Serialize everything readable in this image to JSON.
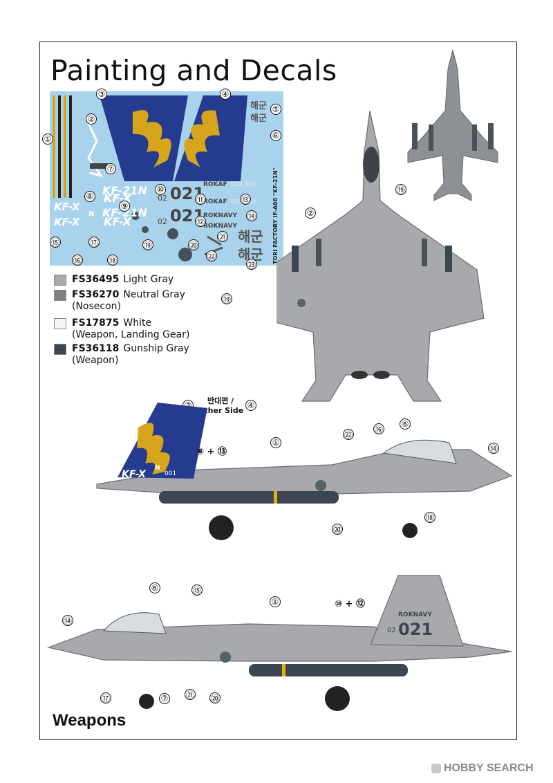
{
  "title": "Painting and Decals",
  "sheet": {
    "fin_tag": "KF-X",
    "fin_tag_n": "N",
    "kf21n_label": "KF-21N",
    "number_1": "021",
    "number_prefix": "02",
    "rokaf": "ROKAF",
    "roknavy": "ROKNAVY",
    "haegun": "해군",
    "small_numbers": "002 001",
    "vertical_text": "TORI FACTORY IF-A06 \"KF-21N\""
  },
  "legend": [
    {
      "code": "FS36495",
      "name": "Light Gray",
      "note": "",
      "color": "#a7a9ac"
    },
    {
      "code": "FS36270",
      "name": "Neutral Gray",
      "note": "(Nosecon)",
      "color": "#7e8083"
    },
    {
      "code": "FS17875",
      "name": "White",
      "note": "(Weapon, Landing Gear)",
      "color": "#f4f4f4"
    },
    {
      "code": "FS36118",
      "name": "Gunship Gray",
      "note": "(Weapon)",
      "color": "#3c4650"
    }
  ],
  "other_side": {
    "korean": "반대편 /",
    "english": "Other Side"
  },
  "aircraft_labels": {
    "fin_code": "KF-X",
    "fin_n": "N",
    "fin_num": "001",
    "tail_num": "021",
    "tail_prefix": "02",
    "tail_navy": "ROKNAVY"
  },
  "callouts": {
    "c1": "①",
    "c2": "②",
    "c3": "③",
    "c4": "④",
    "c5": "⑤",
    "c6": "⑥",
    "c7": "⑦",
    "c8": "⑧",
    "c9": "⑨",
    "c10": "⑩",
    "c11": "⑪",
    "c12": "⑫",
    "c13": "⑬",
    "c14": "⑭",
    "c15": "⑮",
    "c16": "⑯",
    "c17": "⑰",
    "c18": "⑱",
    "c19": "⑲",
    "c20": "⑳",
    "c21": "㉑",
    "c22": "㉒",
    "c23": "㉓",
    "plus_8_13": "⑧ + ⑬",
    "plus_10_12": "⑩ + ⑫"
  },
  "weapons_heading": "Weapons",
  "watermark": "HOBBY SEARCH"
}
